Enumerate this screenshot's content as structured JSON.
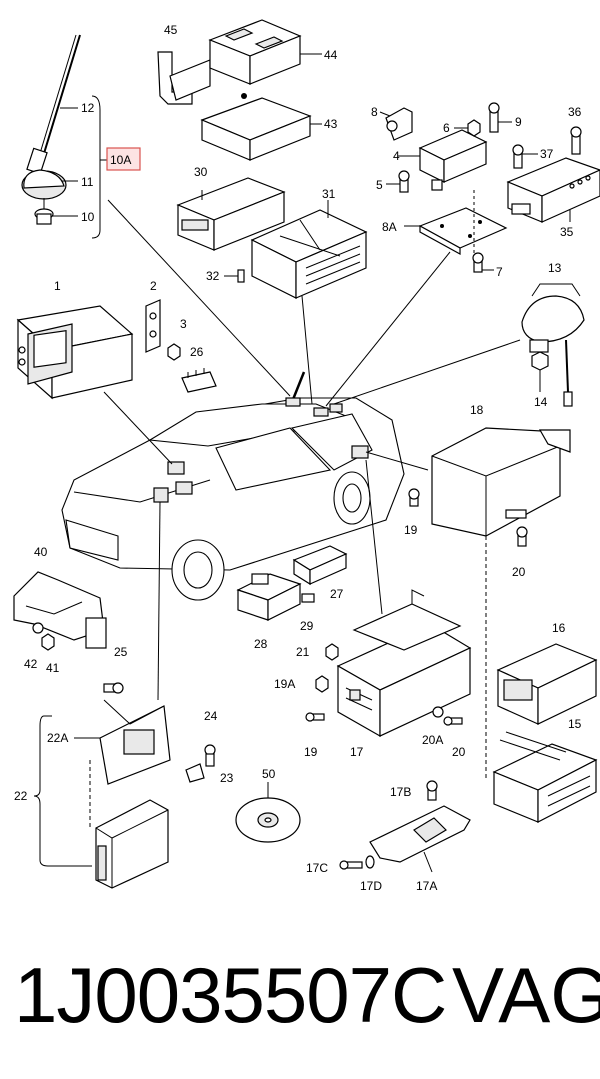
{
  "diagram": {
    "labels": [
      "12",
      "10A",
      "11",
      "10",
      "45",
      "44",
      "43",
      "30",
      "31",
      "32",
      "8",
      "6",
      "9",
      "4",
      "37",
      "36",
      "5",
      "8A",
      "7",
      "35",
      "1",
      "2",
      "3",
      "26",
      "13",
      "14",
      "18",
      "19",
      "20",
      "40",
      "42",
      "41",
      "25",
      "22A",
      "24",
      "23",
      "22",
      "28",
      "27",
      "29",
      "21",
      "19A",
      "16",
      "15",
      "17",
      "20A",
      "50",
      "17B",
      "17C",
      "17D",
      "17A"
    ],
    "highlighted_label": "10A",
    "highlight_color": "#d9534f"
  },
  "footer": {
    "part_number": "1J0035507C",
    "brand": "VAG"
  }
}
